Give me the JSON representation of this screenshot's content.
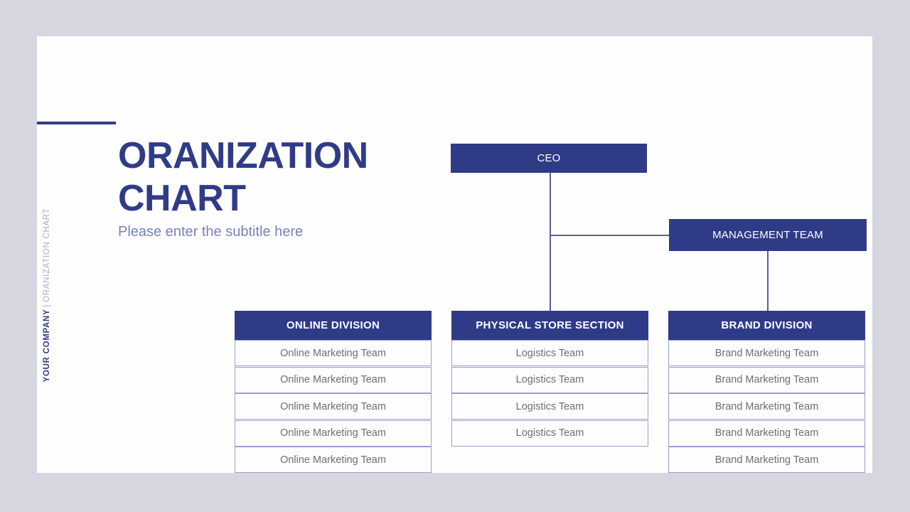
{
  "slide": {
    "title": "ORANIZATION CHART",
    "subtitle": "Please enter the subtitle here",
    "side_label": {
      "company": "YOUR COMPANY",
      "separator": "|",
      "section": "ORANIZATION CHART"
    }
  },
  "colors": {
    "brand_blue": "#303b88",
    "page_background": "#d5d6e0",
    "slide_background": "#fefeff",
    "subtitle_text": "#7b80b8",
    "row_border": "#9b9fcc",
    "row_text": "#6e6e6e",
    "connector_line": "#5b5f99"
  },
  "chart_data": {
    "type": "diagram",
    "title": "ORANIZATION CHART",
    "nodes": [
      {
        "id": "ceo",
        "label": "CEO",
        "level": 0
      },
      {
        "id": "mgmt",
        "label": "MANAGEMENT TEAM",
        "level": 1
      }
    ],
    "columns": [
      {
        "id": "online",
        "header": "ONLINE DIVISION",
        "rows": [
          "Online Marketing Team",
          "Online Marketing Team",
          "Online Marketing Team",
          "Online Marketing Team",
          "Online Marketing Team"
        ]
      },
      {
        "id": "physical",
        "header": "PHYSICAL STORE SECTION",
        "rows": [
          "Logistics Team",
          "Logistics Team",
          "Logistics Team",
          "Logistics Team"
        ]
      },
      {
        "id": "brand",
        "header": "BRAND DIVISION",
        "rows": [
          "Brand Marketing Team",
          "Brand Marketing Team",
          "Brand Marketing Team",
          "Brand Marketing Team",
          "Brand Marketing Team"
        ]
      }
    ],
    "edges": [
      {
        "from": "ceo",
        "to": "physical"
      },
      {
        "from": "ceo",
        "to": "mgmt"
      },
      {
        "from": "mgmt",
        "to": "brand"
      }
    ]
  }
}
